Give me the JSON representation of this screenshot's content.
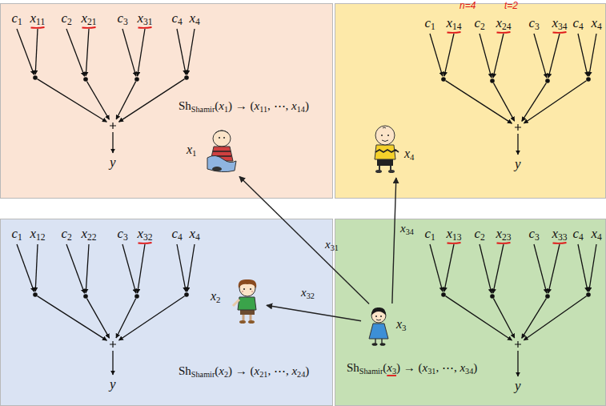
{
  "diagram": {
    "nodes": [
      {
        "text": [
          "c1",
          "x11",
          "c2",
          "x21",
          "c3",
          "x31",
          "c4",
          "x4",
          "y",
          "ShShamir(x1) → (x11, ⋯, x14)"
        ]
      },
      {
        "text": [
          "x1"
        ],
        "in": 0
      },
      {
        "text": [
          "c1",
          "x14",
          "c2",
          "x24",
          "c3",
          "x34",
          "c4",
          "x4",
          "y"
        ]
      },
      {
        "text": [
          "x4"
        ],
        "in": 2
      },
      {
        "text": [
          "c1",
          "x12",
          "c2",
          "x22",
          "c3",
          "x32",
          "c4",
          "x4",
          "y",
          "ShShamir(x2) → (x21, ⋯, x24)"
        ]
      },
      {
        "text": [
          "x2"
        ],
        "in": 4
      },
      {
        "text": [
          "c1",
          "x13",
          "c2",
          "x23",
          "c3",
          "x33",
          "c4",
          "x4",
          "y",
          "ShShamir(x3) → (x31, ⋯, x34)"
        ]
      },
      {
        "text": [
          "x3"
        ],
        "in": 6
      }
    ],
    "edges": [
      {
        "from": 7,
        "to": 1,
        "label": "x31",
        "arrow": "to"
      },
      {
        "from": 7,
        "to": 3,
        "label": "x34",
        "arrow": "to"
      },
      {
        "from": 7,
        "to": 5,
        "label": "x32",
        "arrow": "to"
      }
    ],
    "labels": [
      "n=4",
      "t=2"
    ]
  }
}
